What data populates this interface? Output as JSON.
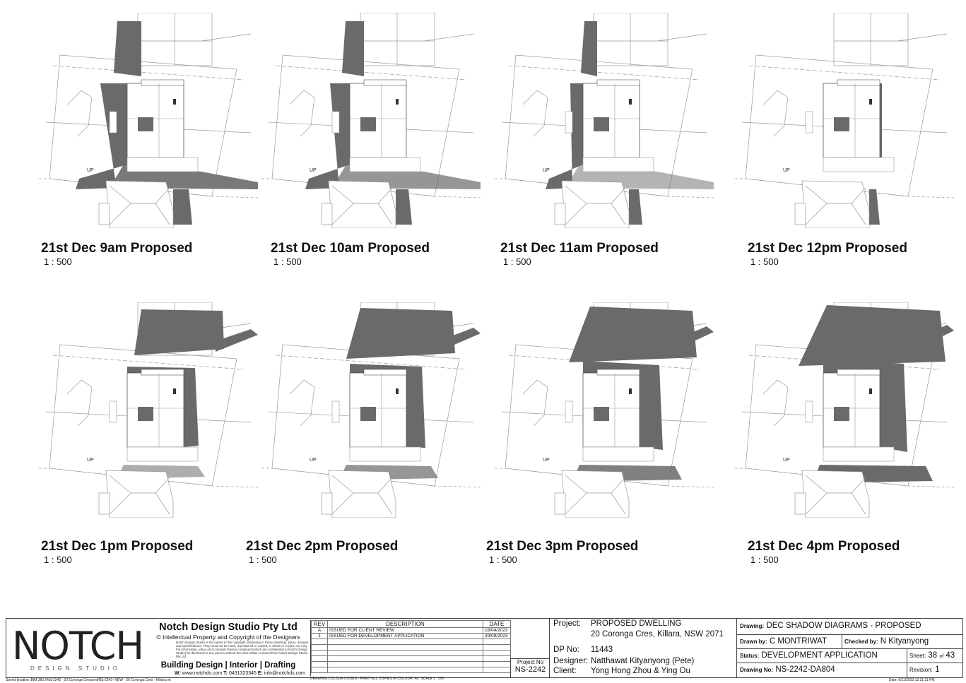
{
  "views": [
    {
      "title": "21st Dec 9am Proposed",
      "scale": "1 : 500",
      "hour": 9
    },
    {
      "title": "21st Dec 10am Proposed",
      "scale": "1 : 500",
      "hour": 10
    },
    {
      "title": "21st Dec 11am Proposed",
      "scale": "1 : 500",
      "hour": 11
    },
    {
      "title": "21st Dec 12pm Proposed",
      "scale": "1 : 500",
      "hour": 12
    },
    {
      "title": "21st Dec 1pm Proposed",
      "scale": "1 : 500",
      "hour": 13
    },
    {
      "title": "21st Dec 2pm Proposed",
      "scale": "1 : 500",
      "hour": 14
    },
    {
      "title": "21st Dec 3pm Proposed",
      "scale": "1 : 500",
      "hour": 15
    },
    {
      "title": "21st Dec 4pm Proposed",
      "scale": "1 : 500",
      "hour": 16
    }
  ],
  "plan_label": "UP",
  "titleblock": {
    "logo": "NOTCH",
    "logo_sub": "DESIGN STUDIO",
    "company": "Notch Design Studio Pty Ltd",
    "copyright": "© Intellectual Property and Copyright of the Designers",
    "disclaimer": "Notch Design Studio is the owner of the copyright subsisting in these drawings, plans, designs and specifications. They must not be used, reproduced or copied, in whole or in part, nor may the information, ideas and concepts therein contained (which are confidential to Notch Design Studio) be disclosed to any person without the prior written consent from Notch Design Studio Pty Ltd.",
    "services": "Building Design | Interior | Drafting",
    "web_label": "W:",
    "web": "www.notchds.com",
    "tel_label": "T:",
    "tel": "0431323345",
    "email_label": "E:",
    "email": "info@notchds.com",
    "rev_headers": {
      "rev": "REV",
      "description": "DESCRIPTION",
      "date": "DATE"
    },
    "revisions": [
      {
        "rev": "A",
        "description": "ISSUED FOR CLIENT REVIEW",
        "date": "18/04/2023"
      },
      {
        "rev": "1",
        "description": "ISSUED FOR DEVELOPMENT APPLICATION",
        "date": "29/09/2023"
      }
    ],
    "colour_note": "DRAWING COLOUR CODED - PRINT ALL COPIES IN COLOUR",
    "paper": "A2",
    "scale_note": "SCALE   1 : 500",
    "project_no_label": "Project No",
    "project_no": "NS-2242",
    "project_label": "Project:",
    "project_name": "PROPOSED DWELLING",
    "project_address": "20 Coronga Cres, Killara, NSW 2071",
    "dp_label": "DP No:",
    "dp": "11443",
    "designer_label": "Designer:",
    "designer": "Natthawat Kityanyong (Pete)",
    "client_label": "Client:",
    "client": "Yong Hong Zhou & Ying Ou",
    "drawing_label": "Drawing:",
    "drawing": "DEC SHADOW DIAGRAMS - PROPOSED",
    "drawn_label": "Drawn by:",
    "drawn": "C MONTRIWAT",
    "checked_label": "Checked by:",
    "checked": "N Kityanyong",
    "status_label": "Status:",
    "status": "DEVELOPMENT APPLICATION",
    "sheet_label": "Sheet:",
    "sheet": "38",
    "of_label": "of",
    "sheet_total": "43",
    "drawing_no_label": "Drawing No:",
    "drawing_no": "NS-2242-DA804",
    "revision_label": "Revision:",
    "revision": "1",
    "saved_location": "Saved location:  BIM 360://NS-2242 - 20 Coronga Crescent/NS-2242- NEW - 20 Coronga Cres - Killara.rvt",
    "date_label": "Date:",
    "date": "6/11/2023 12:31:11 PM"
  },
  "colors": {
    "shadow": "#6a6a6a",
    "linework": "#9a9a9a",
    "ink": "#111111"
  }
}
